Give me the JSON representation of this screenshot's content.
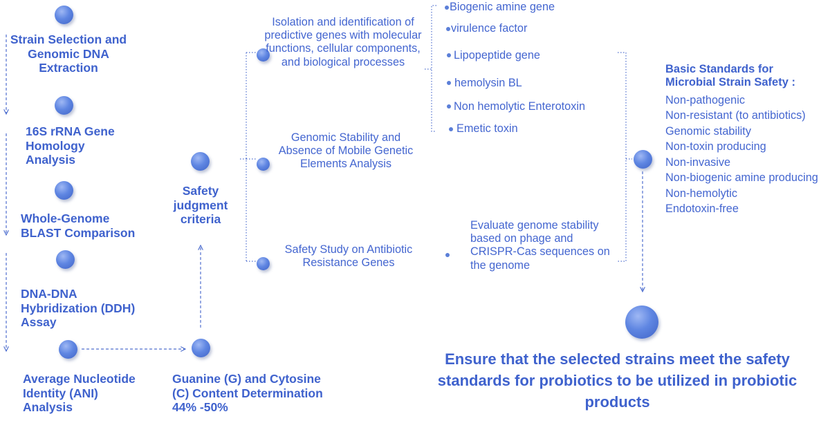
{
  "left_steps": [
    "Strain Selection and Genomic DNA Extraction",
    "16S rRNA Gene Homology Analysis",
    "Whole-Genome BLAST Comparison",
    "DNA-DNA Hybridization (DDH) Assay",
    "Average Nucleotide Identity (ANI) Analysis"
  ],
  "gc_step": "Guanine (G) and Cytosine (C) Content Determination 44% -50%",
  "safety_criteria": "Safety judgment criteria",
  "branches": [
    "Isolation and identification of predictive genes with molecular functions, cellular components, and biological processes",
    "Genomic Stability and Absence of Mobile Genetic Elements Analysis",
    "Safety Study on Antibiotic Resistance Genes"
  ],
  "gene_items": [
    "Biogenic amine gene",
    "virulence factor",
    "Lipopeptide gene",
    "hemolysin BL",
    "Non hemolytic Enterotoxin",
    "Emetic toxin"
  ],
  "phage_note": "Evaluate genome stability based on phage and CRISPR-Cas sequences on the genome",
  "standards": {
    "title": "Basic Standards for Microbial Strain Safety :",
    "items": [
      "Non-pathogenic",
      "Non-resistant (to antibiotics)",
      "Genomic stability",
      "Non-toxin producing",
      "Non-invasive",
      "Non-biogenic amine producing",
      "Non-hemolytic",
      "Endotoxin-free"
    ]
  },
  "conclusion": "Ensure that the selected strains meet the safety standards for probiotics to be utilized in probiotic products",
  "colors": {
    "text": "#4466d0",
    "node": "#5f86e2",
    "line": "#4f6fcf"
  }
}
